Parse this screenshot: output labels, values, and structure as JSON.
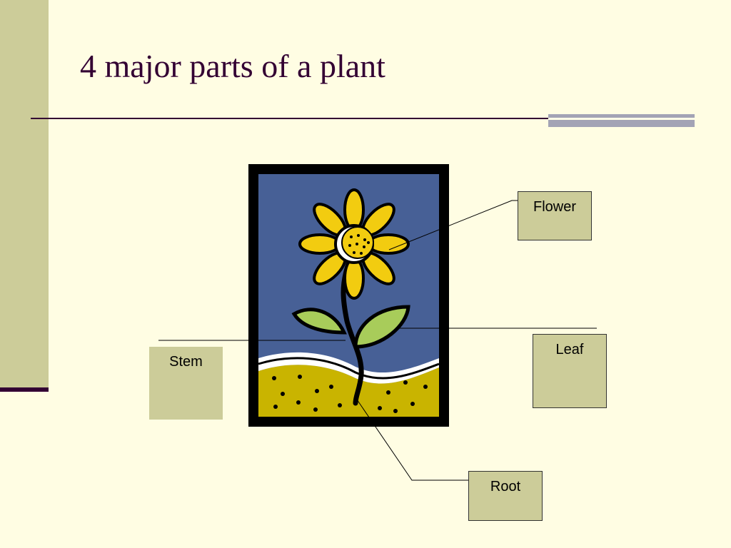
{
  "slide": {
    "title": "4 major parts of a plant",
    "colors": {
      "background": "#fffde3",
      "title_text": "#330033",
      "accent_bar": "#cccc99",
      "label_fill": "#cccc99"
    }
  },
  "labels": {
    "flower": "Flower",
    "leaf": "Leaf",
    "stem": "Stem",
    "root": "Root"
  },
  "illustration": {
    "subject": "sunflower with leaves, stem and soil",
    "colors": {
      "frame": "#000000",
      "sky": "#476096",
      "petals": "#f2cc10",
      "leaves": "#a8cc5a",
      "soil": "#c9b400"
    }
  }
}
